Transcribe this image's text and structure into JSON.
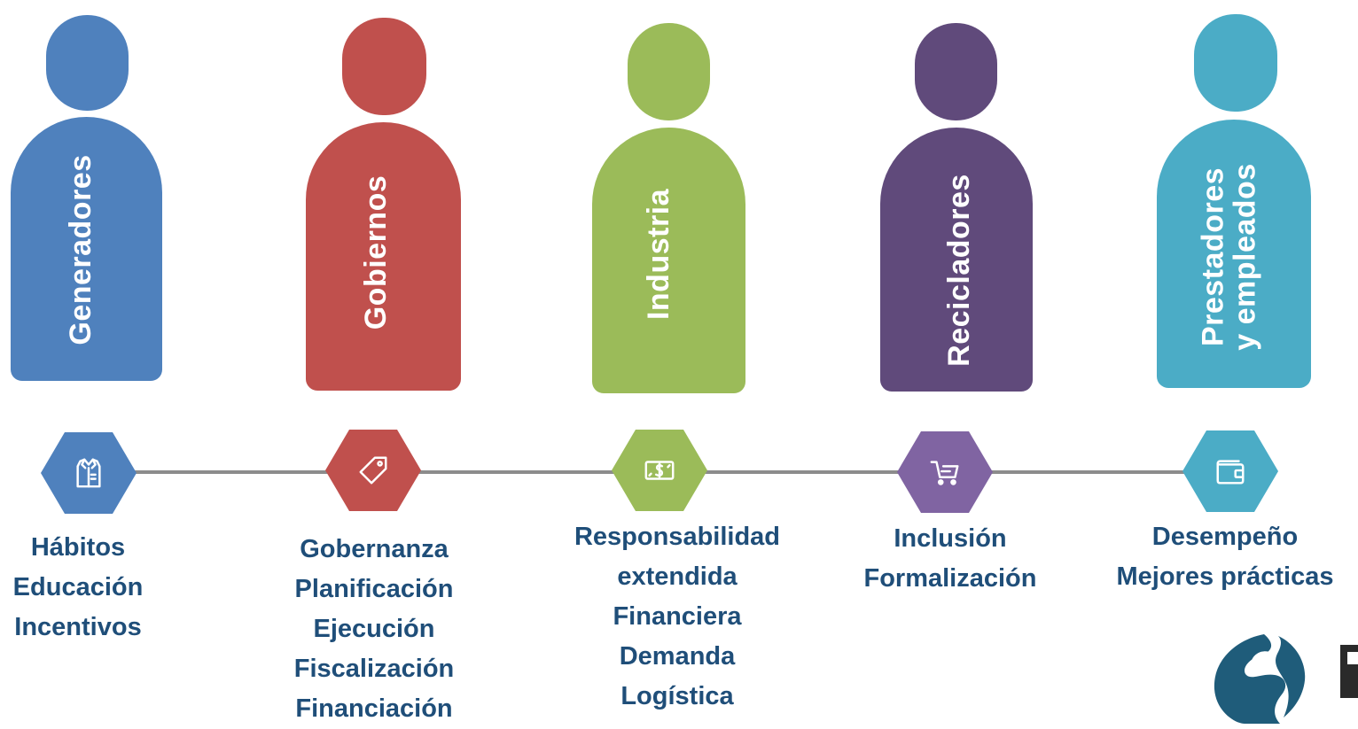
{
  "stakeholders": [
    {
      "label_lines": [
        "Generadores"
      ],
      "color": "#4f81bd",
      "icon": "shirt-icon",
      "items": [
        "Hábitos",
        "Educación",
        "Incentivos"
      ]
    },
    {
      "label_lines": [
        "Gobiernos"
      ],
      "color": "#c0504d",
      "icon": "tag-icon",
      "items": [
        "Gobernanza",
        "Planificación",
        "Ejecución",
        "Fiscalización",
        "Financiación"
      ]
    },
    {
      "label_lines": [
        "Industria"
      ],
      "color": "#9bbb59",
      "icon": "money-icon",
      "items": [
        "Responsabilidad",
        "extendida",
        "Financiera",
        "Demanda",
        "Logística"
      ]
    },
    {
      "label_lines": [
        "Recicladores"
      ],
      "color": "#604a7b",
      "icon": "cart-icon",
      "items": [
        "Inclusión",
        "Formalización"
      ]
    },
    {
      "label_lines": [
        "Prestadores",
        "y empleados"
      ],
      "color": "#4bacc6",
      "icon": "wallet-icon",
      "items": [
        "Desempeño",
        "Mejores prácticas"
      ]
    }
  ],
  "hex_colors": [
    "#4f81bd",
    "#c0504d",
    "#9bbb59",
    "#8064a2",
    "#4bacc6"
  ],
  "logo": {
    "color": "#1f5c7a",
    "icon": "logo-icon"
  }
}
